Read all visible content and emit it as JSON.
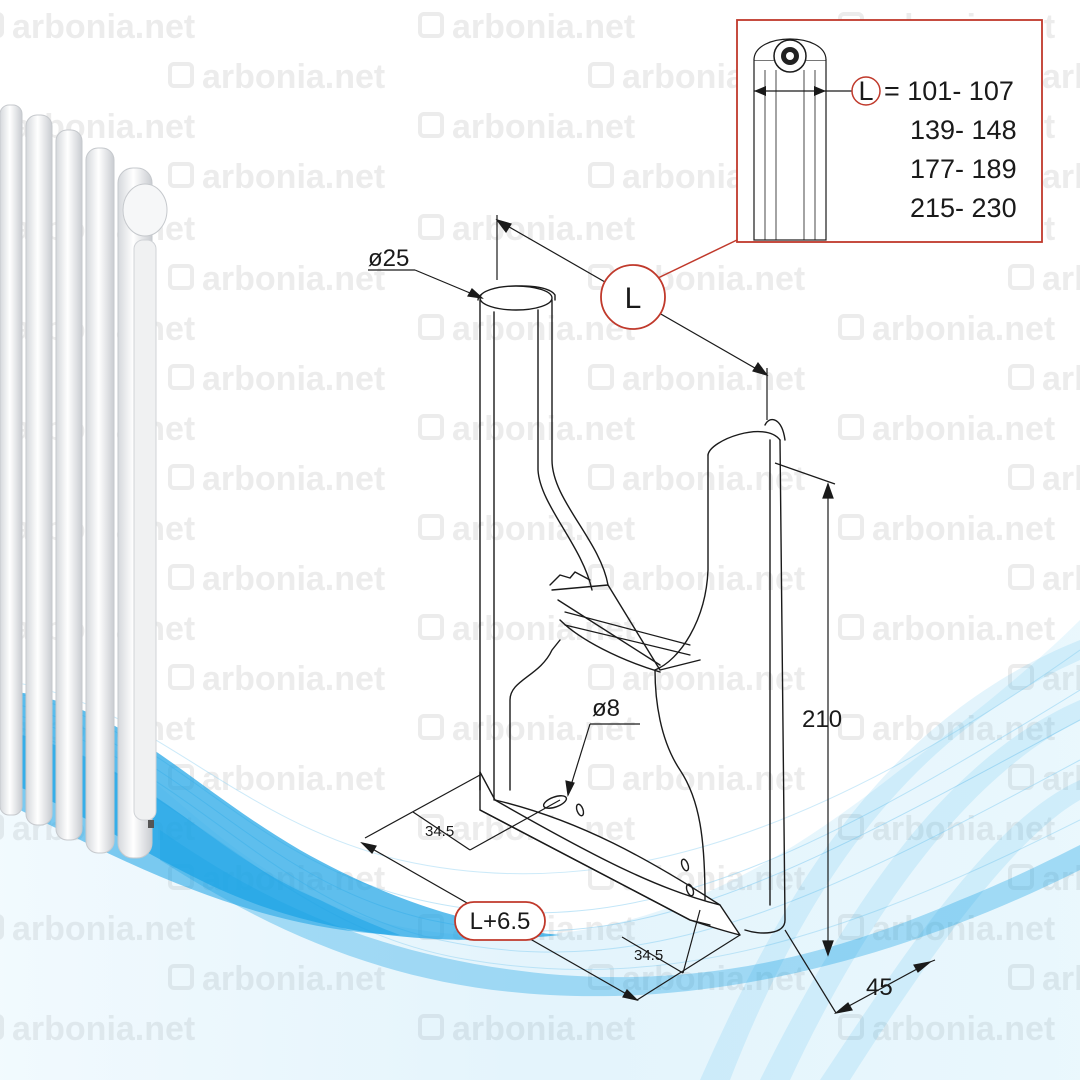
{
  "watermark": {
    "text": "arbonia.net"
  },
  "colors": {
    "callout": "#c0392b",
    "wave": "#1aa3e6",
    "line": "#1a1a1a",
    "watermark": "#ececec"
  },
  "dimensions": {
    "top_diameter": "ø25",
    "hole_diameter": "ø8",
    "length_callout": "L",
    "height": "210",
    "base_depth": "45",
    "hole_offset_left": "34.5",
    "hole_offset_right": "34.5",
    "base_length": "L+6.5"
  },
  "inset": {
    "callout_letter": "L",
    "ranges": [
      "= 101- 107",
      "139- 148",
      "177- 189",
      "215- 230"
    ]
  },
  "icons": [
    "radiator-image",
    "bracket-drawing",
    "wave-background",
    "watermark-logo-icon"
  ]
}
